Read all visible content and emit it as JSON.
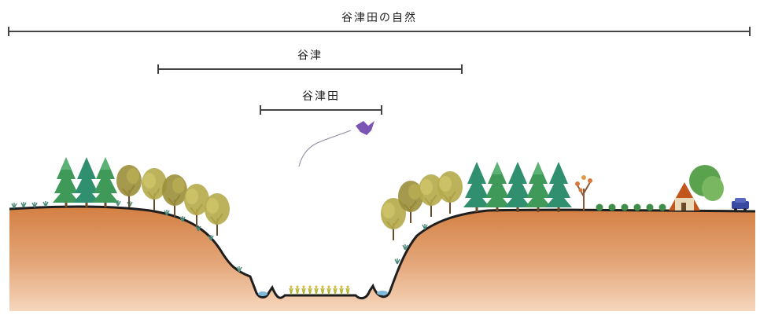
{
  "labels": {
    "nature": "谷津田の自然",
    "yatsu": "谷津",
    "yatsuda": "谷津田"
  },
  "colors": {
    "soil_top": "#d98a4e",
    "soil_bottom": "#f2c9a8",
    "ground_line": "#1e1e1e",
    "conifer": "#3f9a5a",
    "broadleaf_olive": "#a7a640",
    "broadleaf_autumn": "#c9a24b",
    "bird": "#7b55b3",
    "house_roof": "#c2571e",
    "car": "#3a4aa0"
  },
  "icons": [
    "conifer-tree-icon",
    "broadleaf-tree-icon",
    "bird-icon",
    "house-icon",
    "car-icon",
    "rice-plant-icon",
    "grass-tuft-icon"
  ]
}
